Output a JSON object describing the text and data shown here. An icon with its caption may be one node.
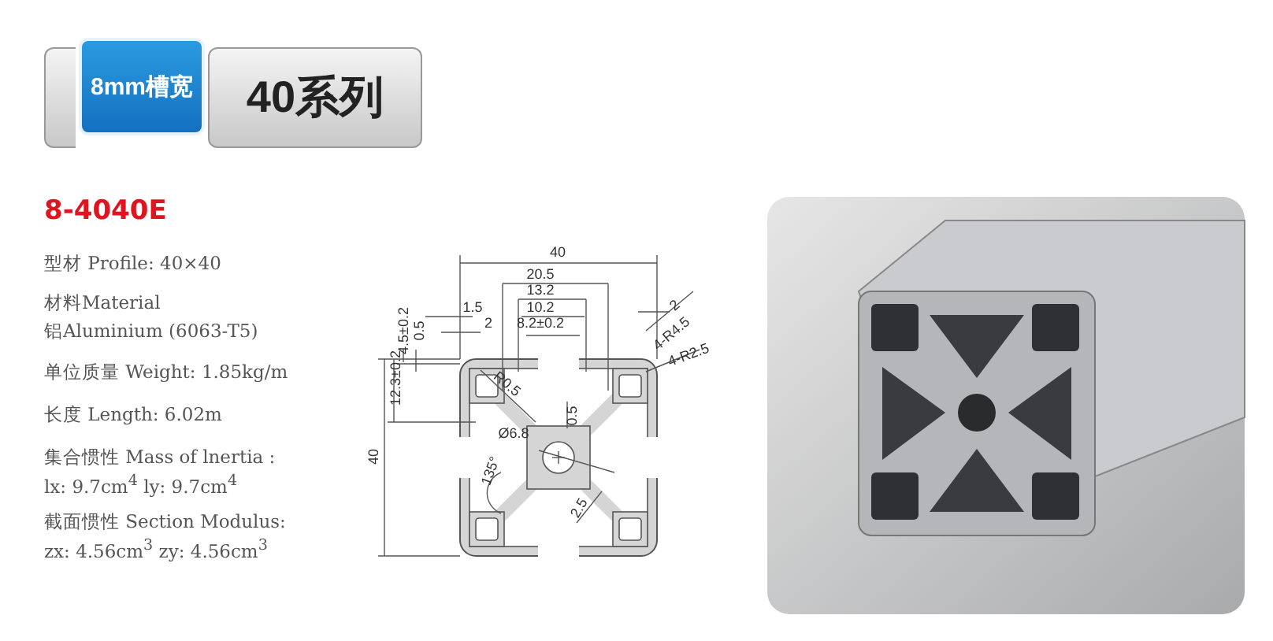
{
  "diagram": {
    "nodes": [
      {
        "text": [
          "40系列"
        ]
      },
      {
        "text": [
          "8mm槽宽"
        ]
      }
    ],
    "labels": [
      "8-4040E",
      "型材 Profile: 40×40",
      "材料Material",
      "铝Aluminium (6063-T5)",
      "单位质量 Weight: 1.85kg/m",
      "长度 Length: 6.02m",
      "集合惯性 Mass of lnertia :",
      "lx: 9.7cm$^{4}$  ly: 9.7cm$^{4}$",
      "截面惯性 Section Modulus:",
      "zx: 4.56cm$^{3}$  zy: 4.56cm$^{3}$",
      "40",
      "20.5",
      "13.2",
      "1.5",
      "10.2",
      "2",
      "8.2±0.2",
      "4.5±0.2",
      "0.5",
      "2",
      "4-R4.5",
      "4-R2.5",
      "12.3±0.2",
      "R0.5",
      "0.5",
      "Ø6.8",
      "40",
      "135°",
      "2.5"
    ]
  }
}
